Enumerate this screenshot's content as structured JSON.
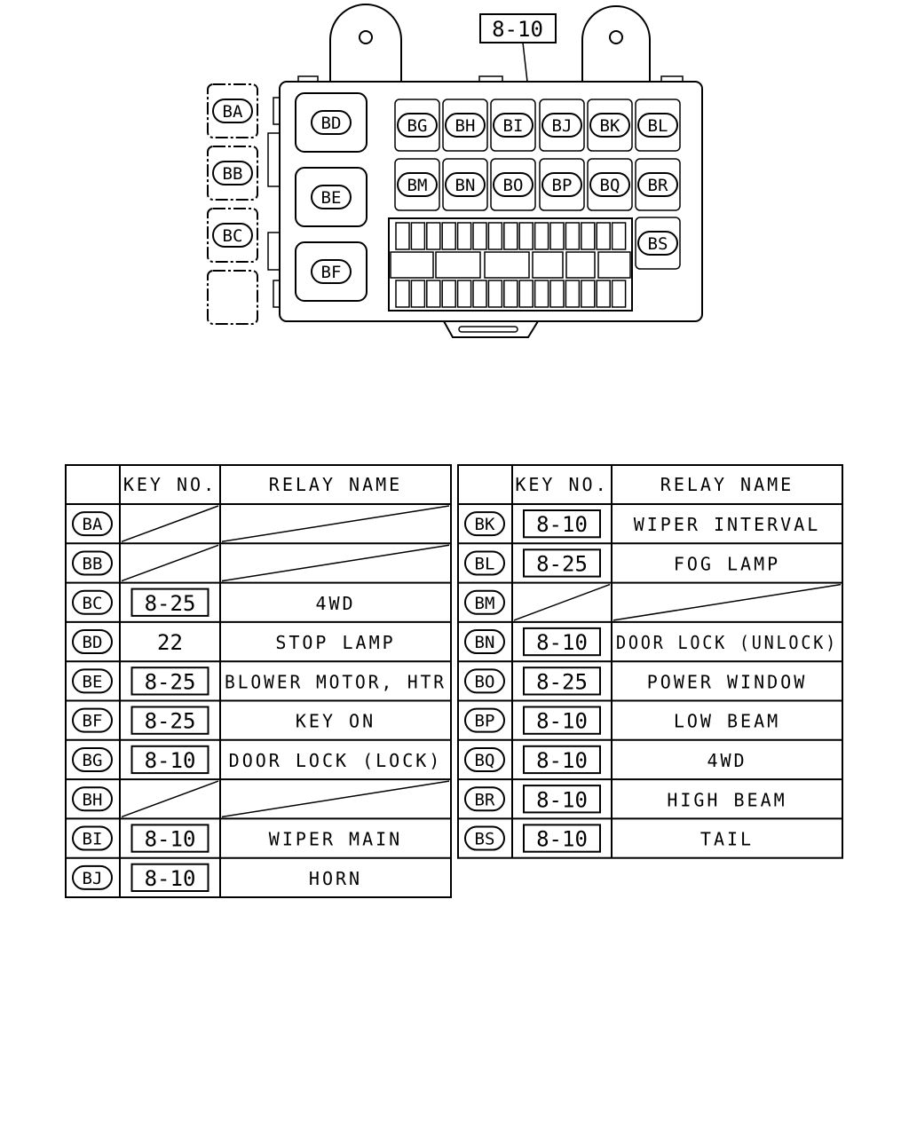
{
  "diagram": {
    "callout_key": "8-10",
    "left_relays": [
      "BA",
      "BB",
      "BC"
    ],
    "big_relays": [
      "BD",
      "BE",
      "BF"
    ],
    "top_row": [
      "BG",
      "BH",
      "BI",
      "BJ",
      "BK",
      "BL"
    ],
    "mid_row": [
      "BM",
      "BN",
      "BO",
      "BP",
      "BQ",
      "BR"
    ],
    "side_relay": "BS"
  },
  "tables": {
    "headers": {
      "key_no": "KEY NO.",
      "relay_name": "RELAY NAME"
    },
    "left": [
      {
        "code": "BA",
        "key": "",
        "boxed": false,
        "name": "",
        "blank": true
      },
      {
        "code": "BB",
        "key": "",
        "boxed": false,
        "name": "",
        "blank": true
      },
      {
        "code": "BC",
        "key": "8-25",
        "boxed": true,
        "name": "4WD",
        "blank": false
      },
      {
        "code": "BD",
        "key": "22",
        "boxed": false,
        "name": "STOP LAMP",
        "blank": false
      },
      {
        "code": "BE",
        "key": "8-25",
        "boxed": true,
        "name": "BLOWER MOTOR, HTR",
        "blank": false
      },
      {
        "code": "BF",
        "key": "8-25",
        "boxed": true,
        "name": "KEY ON",
        "blank": false
      },
      {
        "code": "BG",
        "key": "8-10",
        "boxed": true,
        "name": "DOOR LOCK (LOCK)",
        "blank": false
      },
      {
        "code": "BH",
        "key": "",
        "boxed": false,
        "name": "",
        "blank": true
      },
      {
        "code": "BI",
        "key": "8-10",
        "boxed": true,
        "name": "WIPER MAIN",
        "blank": false
      },
      {
        "code": "BJ",
        "key": "8-10",
        "boxed": true,
        "name": "HORN",
        "blank": false
      }
    ],
    "right": [
      {
        "code": "BK",
        "key": "8-10",
        "boxed": true,
        "name": "WIPER INTERVAL",
        "blank": false
      },
      {
        "code": "BL",
        "key": "8-25",
        "boxed": true,
        "name": "FOG LAMP",
        "blank": false
      },
      {
        "code": "BM",
        "key": "",
        "boxed": false,
        "name": "",
        "blank": true
      },
      {
        "code": "BN",
        "key": "8-10",
        "boxed": true,
        "name": "DOOR LOCK (UNLOCK)",
        "blank": false
      },
      {
        "code": "BO",
        "key": "8-25",
        "boxed": true,
        "name": "POWER WINDOW",
        "blank": false
      },
      {
        "code": "BP",
        "key": "8-10",
        "boxed": true,
        "name": "LOW BEAM",
        "blank": false
      },
      {
        "code": "BQ",
        "key": "8-10",
        "boxed": true,
        "name": "4WD",
        "blank": false
      },
      {
        "code": "BR",
        "key": "8-10",
        "boxed": true,
        "name": "HIGH BEAM",
        "blank": false
      },
      {
        "code": "BS",
        "key": "8-10",
        "boxed": true,
        "name": "TAIL",
        "blank": false
      }
    ]
  }
}
